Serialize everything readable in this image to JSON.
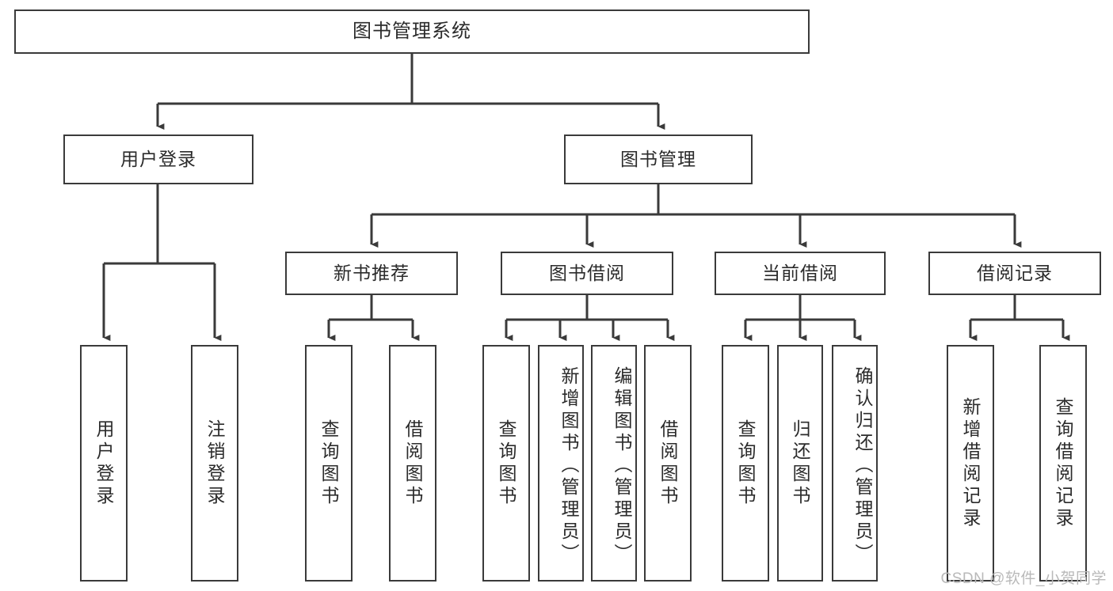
{
  "diagram": {
    "title": "图书管理系统",
    "type": "tree",
    "orientation": "top-down",
    "line_color": "#3a3a3a",
    "box_fill": "#ffffff",
    "text_color": "#2b2b2b"
  },
  "watermark": {
    "text": "CSDN @软件_小贺同学",
    "color": "#b9b9b9"
  },
  "nodes": {
    "root": {
      "label": "图书管理系统",
      "level": 1
    },
    "user_login": {
      "label": "用户登录",
      "level": 2
    },
    "book_manage": {
      "label": "图书管理",
      "level": 2
    },
    "new_book_rec": {
      "label": "新书推荐",
      "level": 3
    },
    "book_borrow": {
      "label": "图书借阅",
      "level": 3
    },
    "current_borrow": {
      "label": "当前借阅",
      "level": 3
    },
    "borrow_record": {
      "label": "借阅记录",
      "level": 3
    },
    "leaf_user_login": {
      "label": "用户登录",
      "level": 4
    },
    "leaf_logout": {
      "label": "注销登录",
      "level": 4
    },
    "leaf_query_book_1": {
      "label": "查询图书",
      "level": 4
    },
    "leaf_borrow_book_1": {
      "label": "借阅图书",
      "level": 4
    },
    "leaf_query_book_2": {
      "label": "查询图书",
      "level": 4
    },
    "leaf_add_book": {
      "label": "新增图书（管理员）",
      "level": 4
    },
    "leaf_edit_book": {
      "label": "编辑图书（管理员）",
      "level": 4
    },
    "leaf_borrow_book_2": {
      "label": "借阅图书",
      "level": 4
    },
    "leaf_query_book_3": {
      "label": "查询图书",
      "level": 4
    },
    "leaf_return_book": {
      "label": "归还图书",
      "level": 4
    },
    "leaf_confirm_return": {
      "label": "确认归还（管理员）",
      "level": 4
    },
    "leaf_add_record": {
      "label": "新增借阅记录",
      "level": 4
    },
    "leaf_query_record": {
      "label": "查询借阅记录",
      "level": 4
    }
  }
}
